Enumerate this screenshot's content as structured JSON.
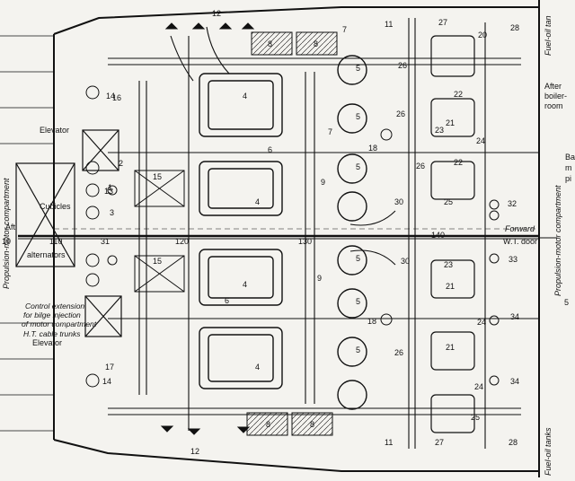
{
  "labels": {
    "fuel_oil_top": "Fuel-oil tan",
    "fuel_oil_bottom": "Fuel-oil tanks",
    "after_boiler_room": "After boiler- room",
    "after_boiler_line1": "After",
    "after_boiler_line2": "boiler-",
    "after_boiler_line3": "room",
    "propulsion_left": "Propulsion-motor compartment",
    "propulsion_right": "Propulsion-motor compartment",
    "elevator_top": "Elevator",
    "elevator_bottom": "Elevator",
    "cubicles": "Cubicles",
    "alternators": "alternators",
    "aft": "Aft",
    "forward": "Forward",
    "wt_door": "W.T. door",
    "control_ext_1": "Control extension",
    "control_ext_2": "for bilge injection",
    "control_ext_3": "of motor compartment",
    "ht_cable": "H.T. cable trunks",
    "right_edge_ba": "Ba",
    "right_edge_m": "m",
    "right_edge_pi": "pi",
    "right_edge_5": "5",
    "frame_110": "110",
    "frame_120": "120",
    "frame_130": "130",
    "frame_140": "140",
    "frame_19": "19"
  },
  "numbers": {
    "n1": "1",
    "n2": "2",
    "n3": "3",
    "n4": "4",
    "n5": "5",
    "n6": "6",
    "n7": "7",
    "n8": "8",
    "n9": "9",
    "n11": "11",
    "n12": "12",
    "n13": "13",
    "n14": "14",
    "n15": "15",
    "n16": "16",
    "n17": "17",
    "n18": "18",
    "n20": "20",
    "n21": "21",
    "n22": "22",
    "n23": "23",
    "n24": "24",
    "n25": "25",
    "n26": "26",
    "n27": "27",
    "n28": "28",
    "n30": "30",
    "n31": "31",
    "n32": "32",
    "n33": "33",
    "n34": "34"
  }
}
